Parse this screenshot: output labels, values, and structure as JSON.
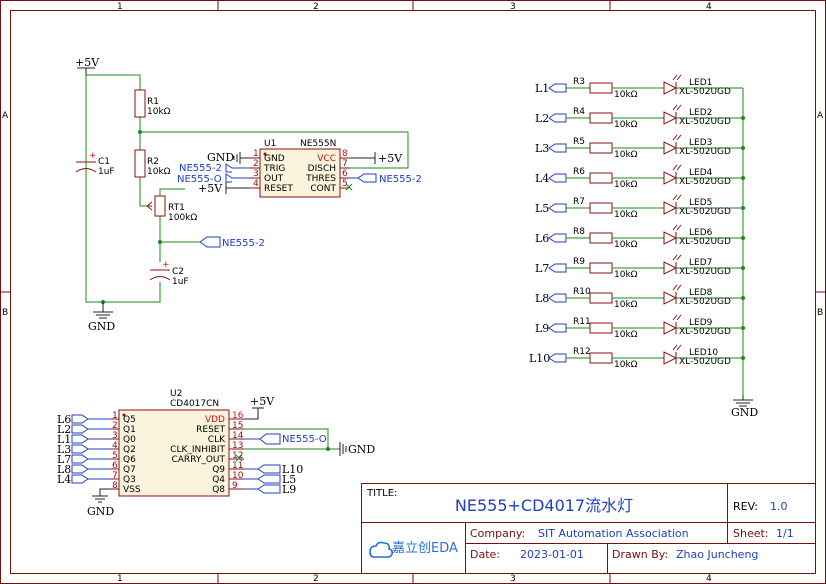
{
  "frame": {
    "cols": [
      "1",
      "2",
      "3",
      "4"
    ],
    "rows": [
      "A",
      "B"
    ]
  },
  "nets": {
    "vcc": "+5V",
    "gnd": "GND",
    "ne555_2": "NE555-2",
    "ne555_o": "NE555-O"
  },
  "u1": {
    "ref": "U1",
    "part": "NE555N",
    "pins_left": [
      {
        "num": "1",
        "name": "GND"
      },
      {
        "num": "2",
        "name": "TRIG"
      },
      {
        "num": "3",
        "name": "OUT"
      },
      {
        "num": "4",
        "name": "RESET"
      }
    ],
    "pins_right": [
      {
        "num": "8",
        "name": "VCC"
      },
      {
        "num": "7",
        "name": "DISCH"
      },
      {
        "num": "6",
        "name": "THRES"
      },
      {
        "num": "5",
        "name": "CONT"
      }
    ]
  },
  "r1": {
    "ref": "R1",
    "value": "10kΩ"
  },
  "r2": {
    "ref": "R2",
    "value": "10kΩ"
  },
  "rt1": {
    "ref": "RT1",
    "value": "100kΩ"
  },
  "c1": {
    "ref": "C1",
    "value": "1uF"
  },
  "c2": {
    "ref": "C2",
    "value": "1uF"
  },
  "u2": {
    "ref": "U2",
    "part": "CD4017CN",
    "pins_left": [
      {
        "num": "3",
        "name": "Q0",
        "net": "L1"
      },
      {
        "num": "2",
        "name": "Q1",
        "net": "L2"
      },
      {
        "num": "4",
        "name": "Q2",
        "net": "L3"
      },
      {
        "num": "7",
        "name": "Q3",
        "net": "L4"
      },
      {
        "num": "1",
        "name": "Q5",
        "net": "L6"
      },
      {
        "num": "5",
        "name": "Q6",
        "net": "L7"
      },
      {
        "num": "6",
        "name": "Q7",
        "net": "L8"
      },
      {
        "num": "8",
        "name": "VSS",
        "net": ""
      }
    ],
    "pins_right": [
      {
        "num": "16",
        "name": "VDD"
      },
      {
        "num": "15",
        "name": "RESET"
      },
      {
        "num": "14",
        "name": "CLK"
      },
      {
        "num": "13",
        "name": "CLK_INHIBIT"
      },
      {
        "num": "12",
        "name": "CARRY_OUT"
      },
      {
        "num": "11",
        "name": "Q9",
        "net": "L10"
      },
      {
        "num": "10",
        "name": "Q4",
        "net": "L5"
      },
      {
        "num": "9",
        "name": "Q8",
        "net": "L9"
      }
    ]
  },
  "leds": [
    {
      "net": "L1",
      "r": "R3",
      "rv": "10kΩ",
      "led": "LED1",
      "part": "XL-502UGD"
    },
    {
      "net": "L2",
      "r": "R4",
      "rv": "10kΩ",
      "led": "LED2",
      "part": "XL-502UGD"
    },
    {
      "net": "L3",
      "r": "R5",
      "rv": "10kΩ",
      "led": "LED3",
      "part": "XL-502UGD"
    },
    {
      "net": "L4",
      "r": "R6",
      "rv": "10kΩ",
      "led": "LED4",
      "part": "XL-502UGD"
    },
    {
      "net": "L5",
      "r": "R7",
      "rv": "10kΩ",
      "led": "LED5",
      "part": "XL-502UGD"
    },
    {
      "net": "L6",
      "r": "R8",
      "rv": "10kΩ",
      "led": "LED6",
      "part": "XL-502UGD"
    },
    {
      "net": "L7",
      "r": "R9",
      "rv": "10kΩ",
      "led": "LED7",
      "part": "XL-502UGD"
    },
    {
      "net": "L8",
      "r": "R10",
      "rv": "10kΩ",
      "led": "LED8",
      "part": "XL-502UGD"
    },
    {
      "net": "L9",
      "r": "R11",
      "rv": "10kΩ",
      "led": "LED9",
      "part": "XL-502UGD"
    },
    {
      "net": "L10",
      "r": "R12",
      "rv": "10kΩ",
      "led": "LED10",
      "part": "XL-502UGD"
    }
  ],
  "title_block": {
    "title_label": "TITLE:",
    "title": "NE555+CD4017流水灯",
    "rev_label": "REV:",
    "rev": "1.0",
    "company_label": "Company:",
    "company": "SIT Automation Association",
    "sheet_label": "Sheet:",
    "sheet": "1/1",
    "date_label": "Date:",
    "date": "2023-01-01",
    "drawn_label": "Drawn By:",
    "drawn": "Zhao Juncheng",
    "logo": "嘉立创EDA"
  }
}
